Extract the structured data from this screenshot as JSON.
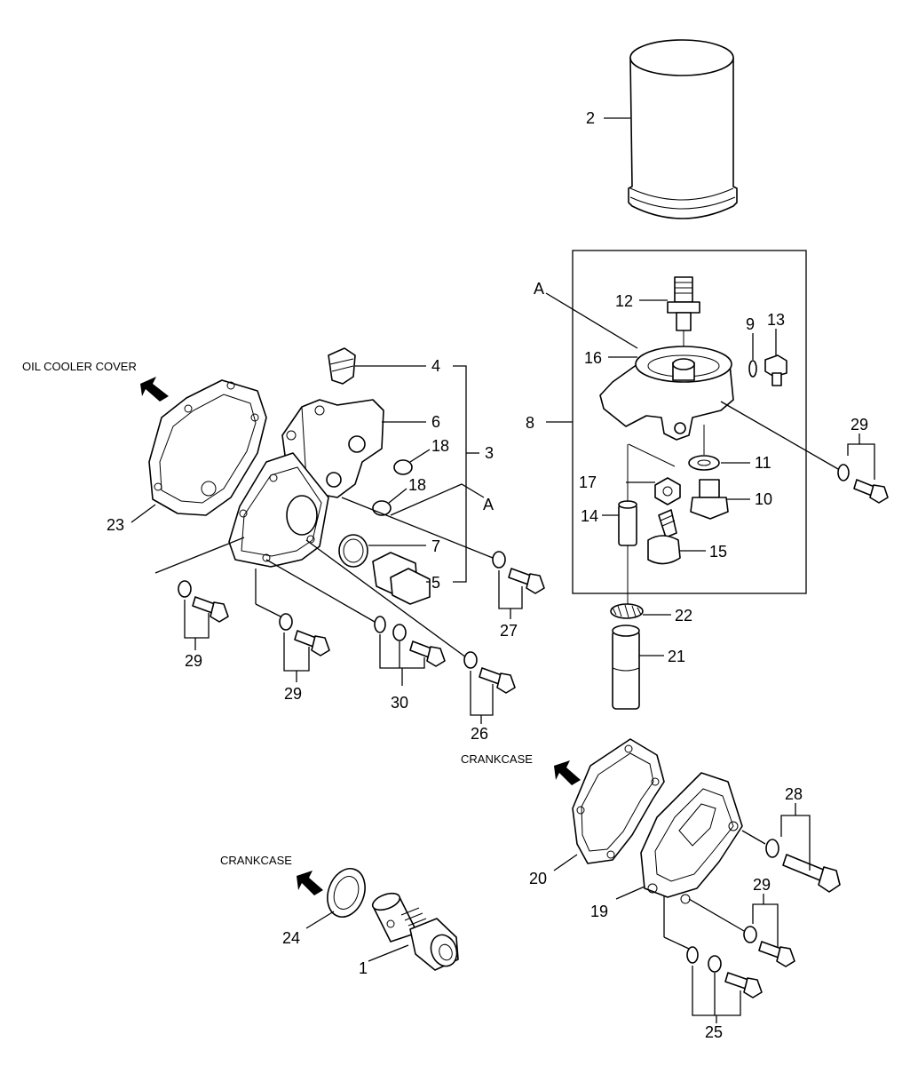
{
  "references": {
    "oil_cooler_cover": "OIL COOLER COVER",
    "crankcase_upper": "CRANKCASE",
    "crankcase_lower": "CRANKCASE",
    "view_a_left": "A",
    "view_a_right": "A"
  },
  "callouts": {
    "p1": "1",
    "p2": "2",
    "p3": "3",
    "p4": "4",
    "p5": "5",
    "p6": "6",
    "p7": "7",
    "p8": "8",
    "p9": "9",
    "p10": "10",
    "p11": "11",
    "p12": "12",
    "p13": "13",
    "p14": "14",
    "p15": "15",
    "p16": "16",
    "p17": "17",
    "p18a": "18",
    "p18b": "18",
    "p19": "19",
    "p20": "20",
    "p21": "21",
    "p22": "22",
    "p23": "23",
    "p24": "24",
    "p25": "25",
    "p26": "26",
    "p27": "27",
    "p28": "28",
    "p29a": "29",
    "p29b": "29",
    "p29c": "29",
    "p29d": "29",
    "p30": "30"
  }
}
